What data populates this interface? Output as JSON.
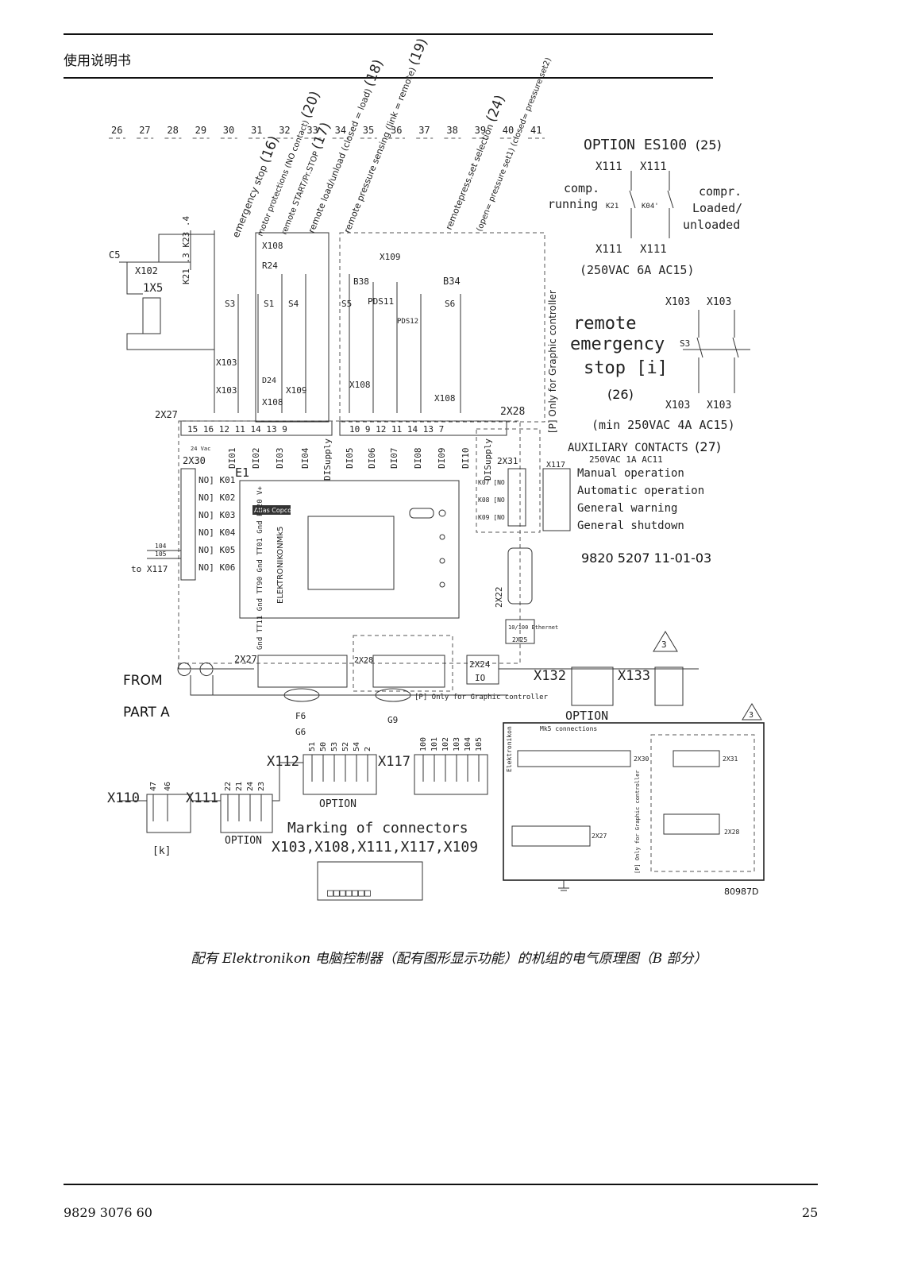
{
  "header": {
    "title": "使用说明书"
  },
  "footer": {
    "doc_number": "9829 3076 60",
    "page_number": "25"
  },
  "caption": "配有 Elektronikon 电脑控制器（配有图形显示功能）的机组的电气原理图（B 部分）",
  "diagram": {
    "column_numbers": [
      "26",
      "27",
      "28",
      "29",
      "30",
      "31",
      "32",
      "33",
      "34",
      "35",
      "36",
      "37",
      "38",
      "39",
      "40",
      "41"
    ],
    "rotated_labels": [
      {
        "id": "l16",
        "text": "emergency stop",
        "num": "(16)"
      },
      {
        "id": "l20",
        "text": "motor protections (NO contact)",
        "num": "(20)"
      },
      {
        "id": "l17",
        "text": "remote START/Pr.STOP",
        "num": "(17)"
      },
      {
        "id": "l18",
        "text": "remote load/unload (closed = load)",
        "num": "(18)"
      },
      {
        "id": "l19",
        "text": "remote pressure sensing (link = remote)",
        "num": "(19)"
      },
      {
        "id": "l24",
        "text": "remotepress.set selection",
        "num": "(24)"
      },
      {
        "id": "l24b",
        "text": "(open= pressure set1) (closed= pressure set2)",
        "num": ""
      }
    ],
    "es100": {
      "title": "OPTION ES100",
      "num": "(25)",
      "x111_a": "X111",
      "x111_b": "X111",
      "comp_running": "comp. running",
      "compr_loaded": "compr. Loaded/ unloaded",
      "k21": "K21",
      "k04": "K04'",
      "rating": "(250VAC  6A  AC15)"
    },
    "remote_stop": {
      "title": "remote emergency stop [i]",
      "x103": "X103",
      "s3": "S3",
      "num": "(26)",
      "rating": "(min 250VAC 4A AC15)"
    },
    "aux": {
      "title": "AUXILIARY CONTACTS",
      "num": "(27)",
      "rating": "250VAC  1A  AC11",
      "items": [
        "Manual operation",
        "Automatic operation",
        "General warning",
        "General shutdown"
      ]
    },
    "ref_number": "9820 5207 11-01-03",
    "controller": {
      "brand": "Atlas Copco",
      "name": "ELEKTRONIKONMk5",
      "e1": "E1"
    },
    "left_block": {
      "connector": "2X30",
      "relays": [
        "NO] K01",
        "NO] K02",
        "NO] K03",
        "NO] K04",
        "NO] K05",
        "NO] K06"
      ],
      "to": "to X117",
      "w104": "104",
      "w105": "105"
    },
    "inputs": [
      "DI01",
      "DI02",
      "DI03",
      "DI04",
      "DISupply",
      "DI05",
      "DI06",
      "DI07",
      "DI08",
      "DI09",
      "DI10",
      "DISupply"
    ],
    "conn_2x27": "2X27",
    "conn_2x28": "2X28",
    "conn_2x31": "2X31",
    "conn_2x22": "2X22",
    "conn_2x24": "2X24",
    "conn_2x25": "2X25",
    "ethernet": "10/100 Ethernet",
    "io": "IO",
    "from": "FROM",
    "part_a": "PART A",
    "graphic_only": "[P] Only for Graphic controller",
    "graphic_only_vert": "[P] Only for Graphic controller",
    "x132": "X132",
    "x133": "X133",
    "option": "OPTION",
    "f6": "F6",
    "g6": "G6",
    "g9": "G9",
    "x112": "X112",
    "x117": "X117",
    "x110": "X110",
    "x111": "X111",
    "k_label": "[k]",
    "c5": "C5",
    "x102": "X102",
    "x5": "1X5",
    "marking_title": "Marking of connectors",
    "marking_sub": "X103,X108,X111,X117,X109",
    "mk5_connections": "Mk5 connections",
    "elektronikon": "Elektronikon",
    "drawing_id": "80987D",
    "warn_num": "3",
    "x112_wires": [
      "51",
      "50",
      "53",
      "52",
      "54",
      "2"
    ],
    "x117_wires": [
      "100",
      "101",
      "102",
      "103",
      "104",
      "105"
    ],
    "x111_wires": [
      "22",
      "21",
      "24",
      "23"
    ],
    "x110_wires": [
      "47",
      "46"
    ],
    "s_labels": [
      "S3",
      "S1",
      "S4",
      "S5",
      "S6"
    ],
    "b_labels": [
      "B38",
      "B34",
      "PDS11",
      "PDS12"
    ],
    "x108": "X108",
    "x109": "X109",
    "x103": "X103",
    "r24": "R24",
    "d24": "D24",
    "vac24": "24 Vac"
  }
}
